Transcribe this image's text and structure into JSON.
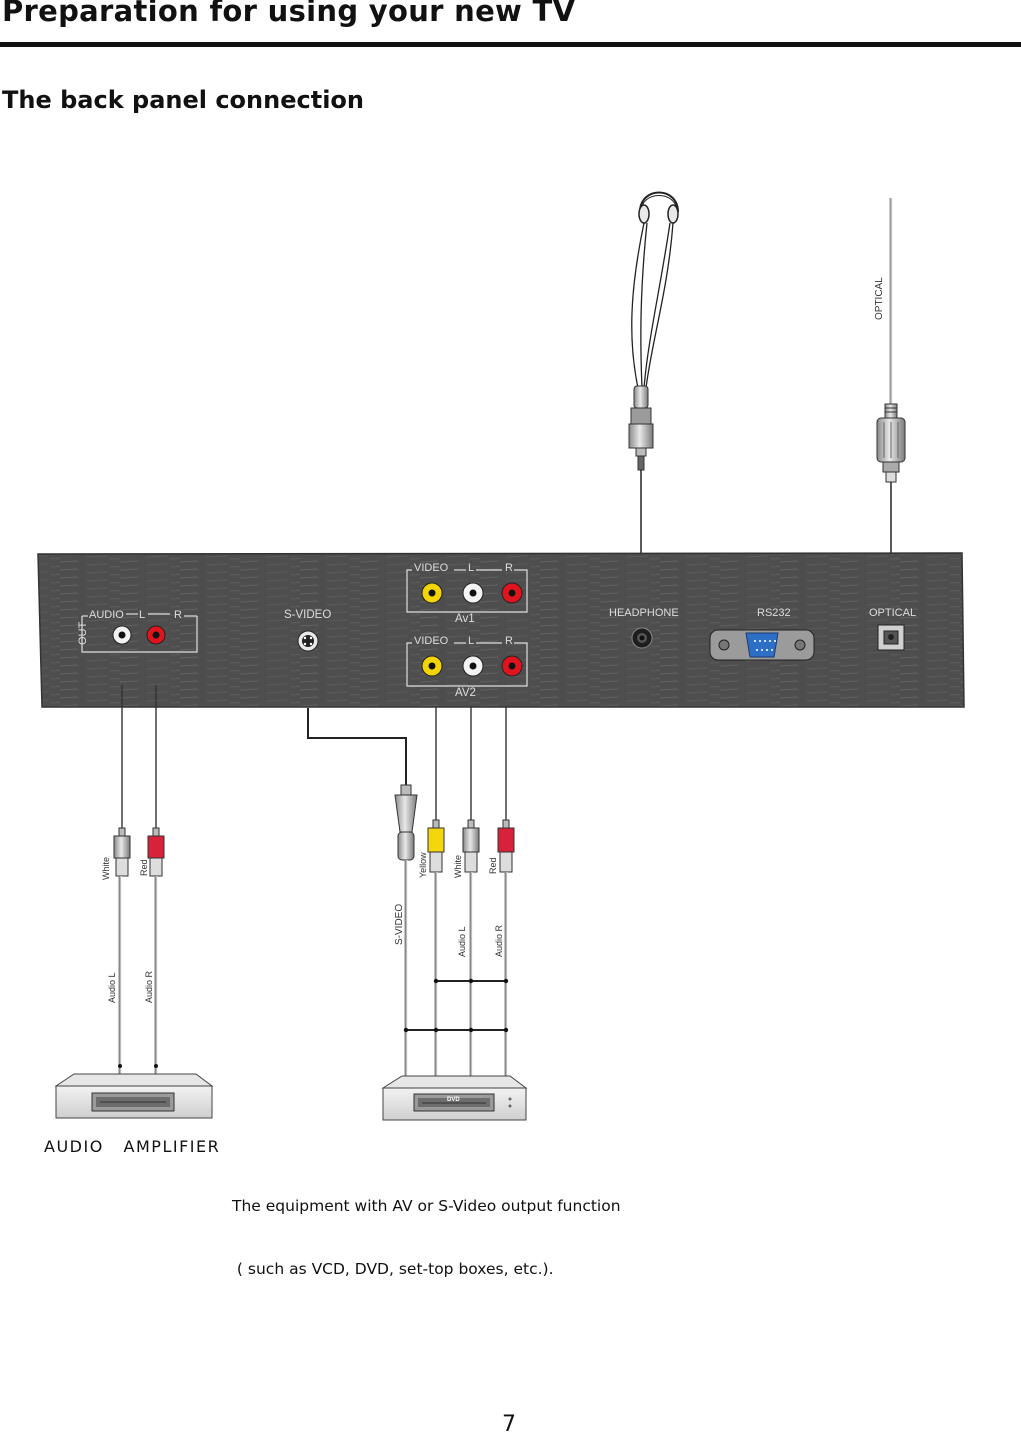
{
  "header": {
    "title": "Preparation for using your new TV"
  },
  "section": {
    "title": "The back panel connection"
  },
  "panel": {
    "audio_out": {
      "audio_label": "AUDIO",
      "l_label": "L",
      "r_label": "R",
      "out_label": "OUT"
    },
    "svideo_label": "S-VIDEO",
    "av1": {
      "video_label": "VIDEO",
      "l_label": "L",
      "r_label": "R",
      "name": "Av1"
    },
    "av2": {
      "video_label": "VIDEO",
      "l_label": "L",
      "r_label": "R",
      "name": "AV2"
    },
    "headphone_label": "HEADPHONE",
    "rs232_label": "RS232",
    "optical_label": "OPTICAL"
  },
  "cables": {
    "optical_cable_label": "OPTICAL",
    "amp_white": "White",
    "amp_red": "Red",
    "amp_audio_l": "Audio L",
    "amp_audio_r": "Audio R",
    "dvd_svideo": "S-VIDEO",
    "dvd_yellow": "Yellow",
    "dvd_white": "White",
    "dvd_red": "Red",
    "dvd_audio_l": "Audio L",
    "dvd_audio_r": "Audio R"
  },
  "devices": {
    "dvd_logo": "DVD"
  },
  "captions": {
    "amplifier": "AUDIO   AMPLIFIER",
    "equipment_line1": "The equipment with AV or S-Video output function",
    "equipment_line2": " ( such as VCD, DVD, set-top boxes, etc.)."
  },
  "page_number": "7",
  "colors": {
    "panel": "#4d4d4d",
    "panel_text": "#dddddd",
    "jack_red": "#e0141e",
    "jack_yellow": "#f2d500",
    "plug_red": "#d8223c",
    "plug_yellow": "#f4d60a",
    "rs232_blue": "#2d6fc4"
  }
}
